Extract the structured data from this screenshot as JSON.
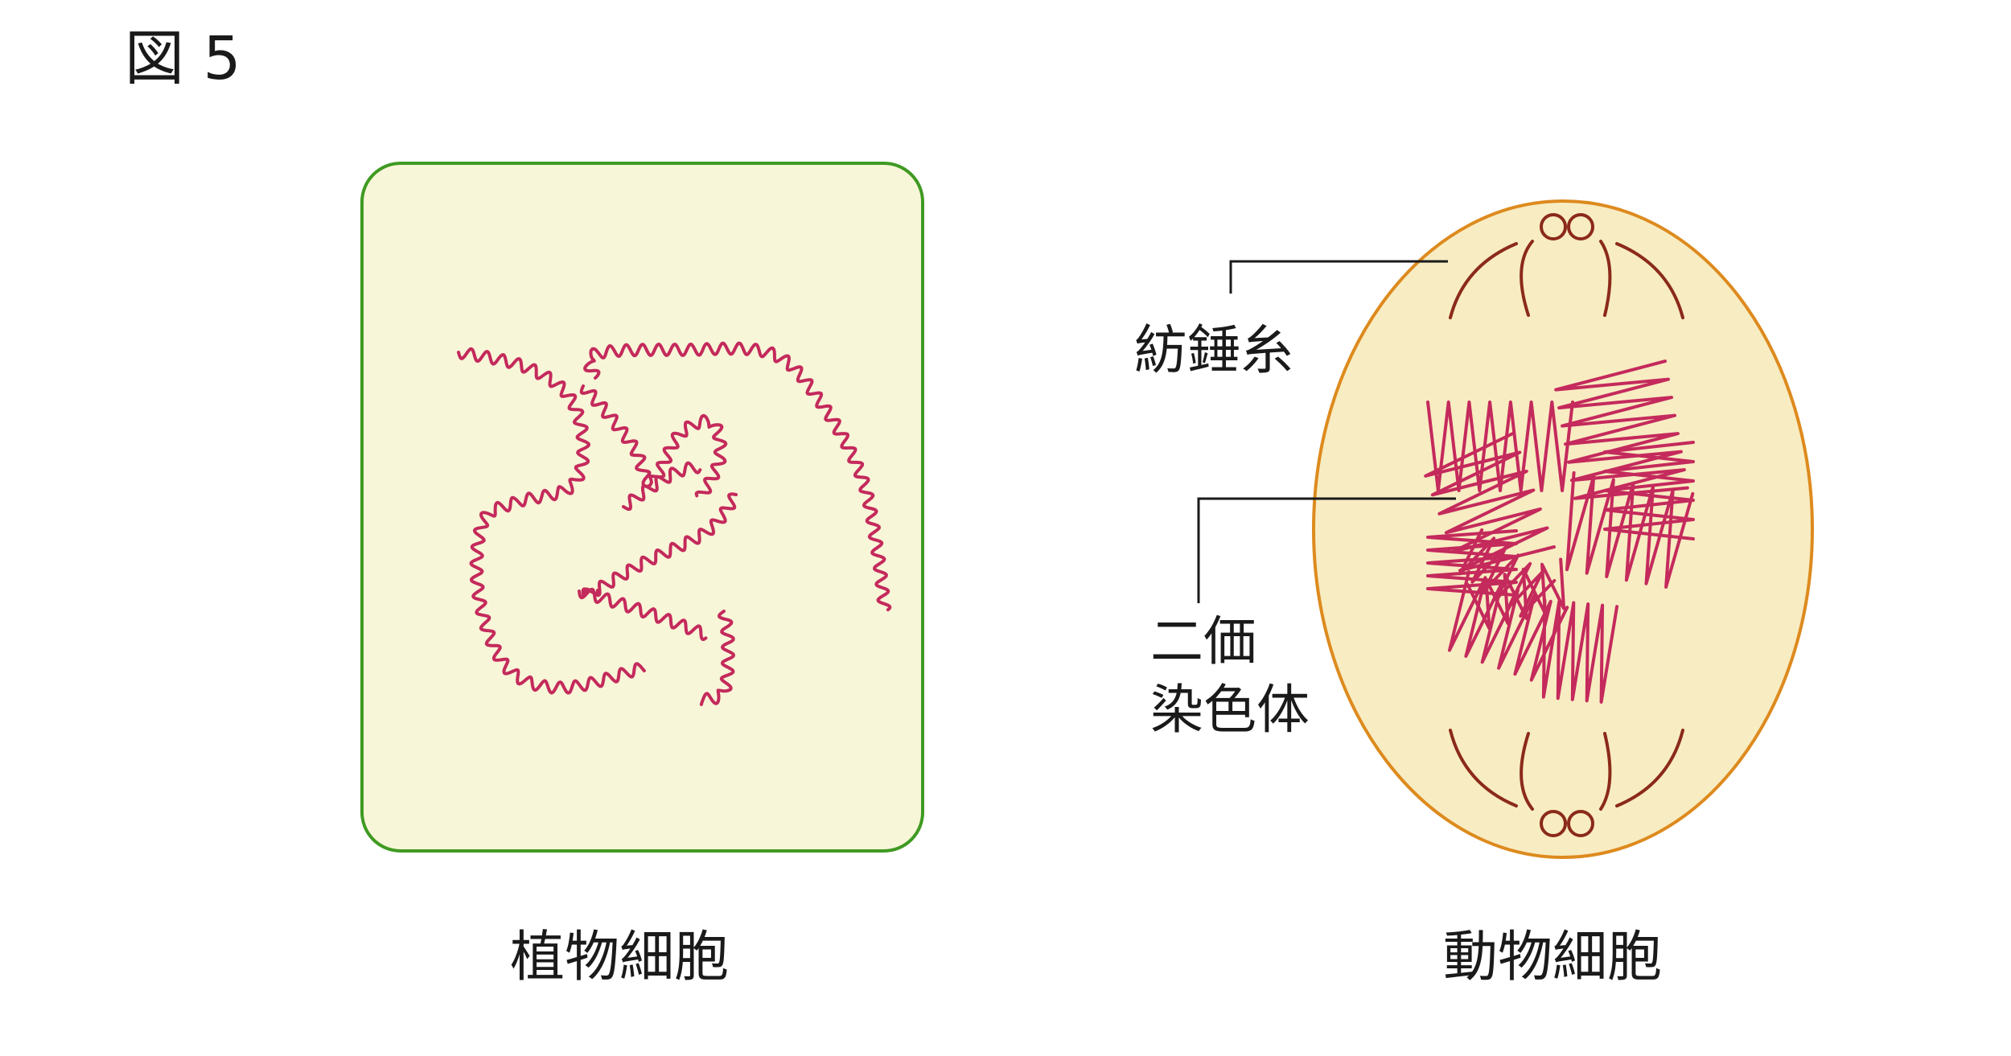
{
  "figure_label": "図 5",
  "plant_cell": {
    "caption": "植物細胞"
  },
  "animal_cell": {
    "caption": "動物細胞",
    "labels": {
      "spindle": "紡錘糸",
      "bivalent_line1": "二価",
      "bivalent_line2": "染色体"
    }
  },
  "colors": {
    "plant_wall": "#3f9a22",
    "plant_fill": "#f8f6d8",
    "animal_membrane": "#dd8a1e",
    "animal_fill": "#f8ecc2",
    "chromosome": "#c42a5c",
    "spindle": "#8b2a1a",
    "leader_line": "#1a1a1a"
  }
}
